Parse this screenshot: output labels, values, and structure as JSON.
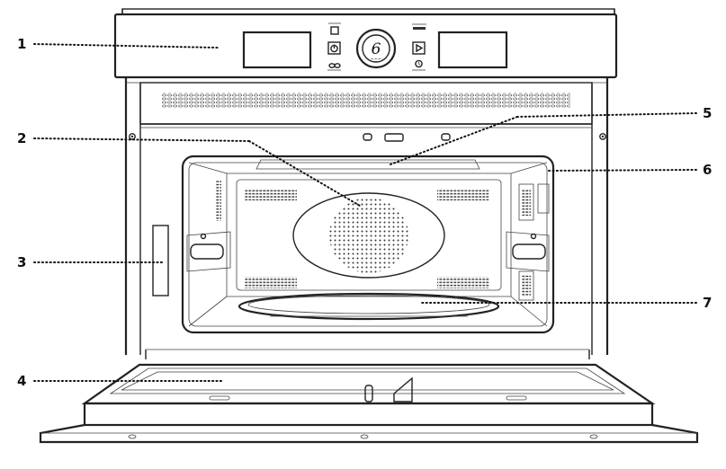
{
  "callouts": [
    {
      "id": "1",
      "label": "1"
    },
    {
      "id": "2",
      "label": "2"
    },
    {
      "id": "3",
      "label": "3"
    },
    {
      "id": "4",
      "label": "4"
    },
    {
      "id": "5",
      "label": "5"
    },
    {
      "id": "6",
      "label": "6"
    },
    {
      "id": "7",
      "label": "7"
    }
  ],
  "control_panel": {
    "knob_label": "6",
    "icons": [
      "stop-icon",
      "power-icon",
      "infinity-icon",
      "temperature-weight-icon",
      "play-icon",
      "timer-icon"
    ]
  },
  "colors": {
    "line": "#222222",
    "background": "#ffffff"
  }
}
